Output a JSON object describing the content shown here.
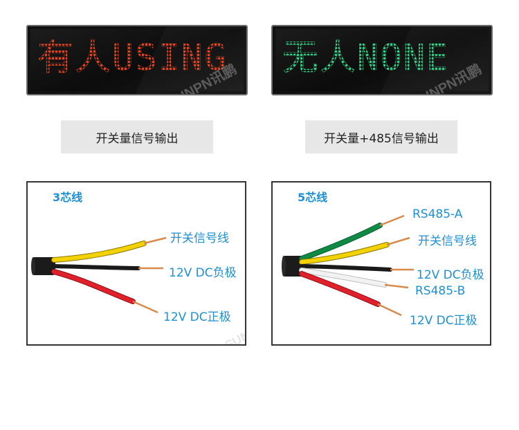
{
  "left_panel": {
    "text": "有人USING",
    "watermark": "SUNPN讯鹏",
    "led_color": "#e8461f"
  },
  "right_panel": {
    "text": "无人NONE",
    "watermark": "SUNPN讯鹏",
    "led_color": "#2fd48a"
  },
  "left_caption": "开关量信号输出",
  "right_caption": "开关量+485信号输出",
  "left_box": {
    "title": "3芯线",
    "labels": {
      "switch": "开关信号线",
      "negative": "12V DC负极",
      "positive": "12V DC正极"
    },
    "watermark": "SUNPN讯鹏"
  },
  "right_box": {
    "title": "5芯线",
    "labels": {
      "rs485a": "RS485-A",
      "switch": "开关信号线",
      "negative": "12V DC负极",
      "rs485b": "RS485-B",
      "positive": "12V DC正极"
    }
  },
  "colors": {
    "label_blue": "#1d8fd6",
    "wire_yellow": "#f2d200",
    "wire_black": "#1a1a1a",
    "wire_red": "#e0202a",
    "wire_green": "#0f8a45",
    "wire_white": "#e9e9e9",
    "copper": "#d88a4a"
  }
}
